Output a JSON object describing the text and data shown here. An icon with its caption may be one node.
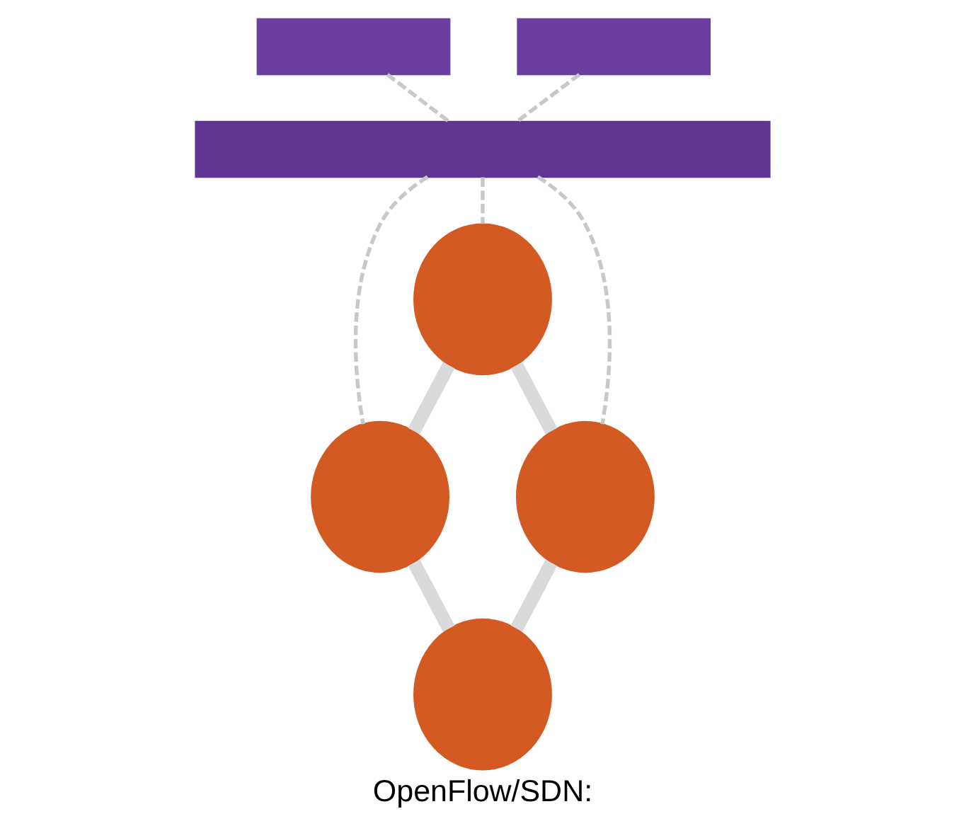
{
  "diagram": {
    "caption": "OpenFlow/SDN:",
    "nodes": [
      {
        "text": [],
        "shape": "bar"
      },
      {
        "text": [],
        "shape": "bar"
      },
      {
        "text": [],
        "shape": "bar"
      },
      {
        "text": [],
        "shape": "ellipse"
      },
      {
        "text": [],
        "shape": "ellipse"
      },
      {
        "text": [],
        "shape": "ellipse"
      },
      {
        "text": [],
        "shape": "ellipse"
      }
    ],
    "edges": [
      {
        "from": 0,
        "to": 2,
        "arrow": "none",
        "style": "dashed"
      },
      {
        "from": 1,
        "to": 2,
        "arrow": "none",
        "style": "dashed"
      },
      {
        "from": 2,
        "to": 4,
        "arrow": "none",
        "style": "dashed"
      },
      {
        "from": 2,
        "to": 3,
        "arrow": "none",
        "style": "dashed"
      },
      {
        "from": 2,
        "to": 5,
        "arrow": "none",
        "style": "dashed"
      },
      {
        "from": 4,
        "to": 3,
        "arrow": "none",
        "style": "thick",
        "color": "#dadada"
      },
      {
        "from": 3,
        "to": 5,
        "arrow": "none",
        "style": "thick",
        "color": "#dadada"
      },
      {
        "from": 4,
        "to": 6,
        "arrow": "none",
        "style": "thick",
        "color": "#dadada"
      },
      {
        "from": 6,
        "to": 5,
        "arrow": "none",
        "style": "thick",
        "color": "#dadada"
      }
    ]
  }
}
